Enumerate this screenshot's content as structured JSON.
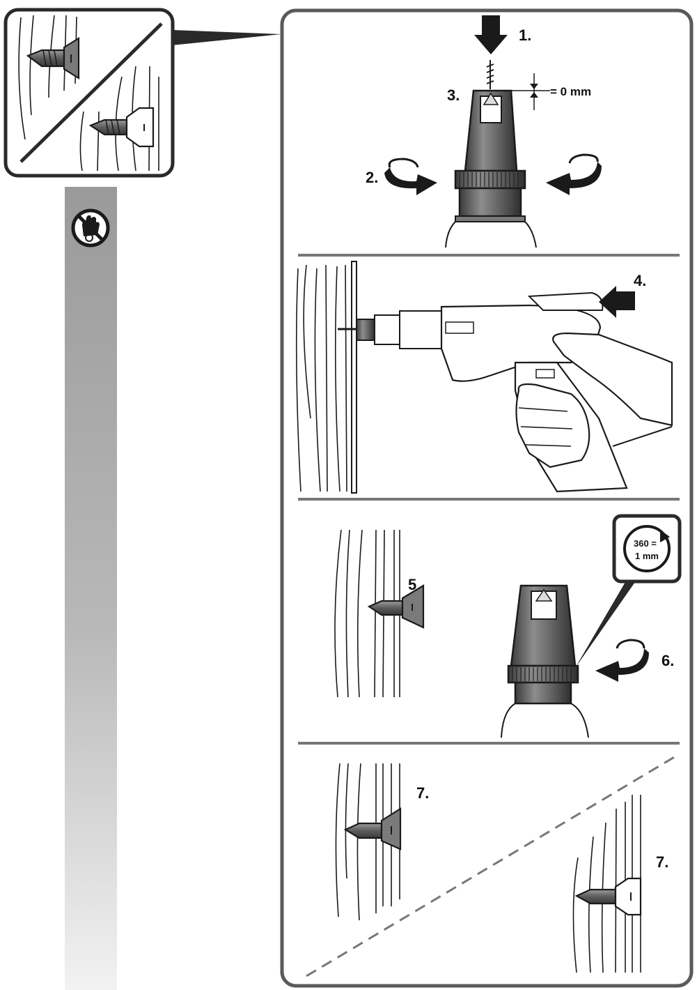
{
  "colors": {
    "frame": "#5a5a5a",
    "ink": "#1a1a1a",
    "metal_dark": "#555555",
    "metal_mid": "#8a8a8a",
    "gradient_top": "#9a9a9a",
    "gradient_bottom": "#f2f2f2"
  },
  "icons": {
    "no_gloves": "no-gloves-prohibition-icon",
    "rotation": "rotation-arrow-icon",
    "press_arrow": "down-arrow-icon",
    "turn_arrow": "curved-arrow-icon"
  },
  "steps": {
    "s1": "1.",
    "s2": "2.",
    "s3": "3.",
    "s4": "4.",
    "s5": "5",
    "s6": "6.",
    "s7a": "7.",
    "s7b": "7."
  },
  "annotations": {
    "gap": "= 0 mm",
    "rotation_line1": "360 =",
    "rotation_line2": "1 mm"
  }
}
